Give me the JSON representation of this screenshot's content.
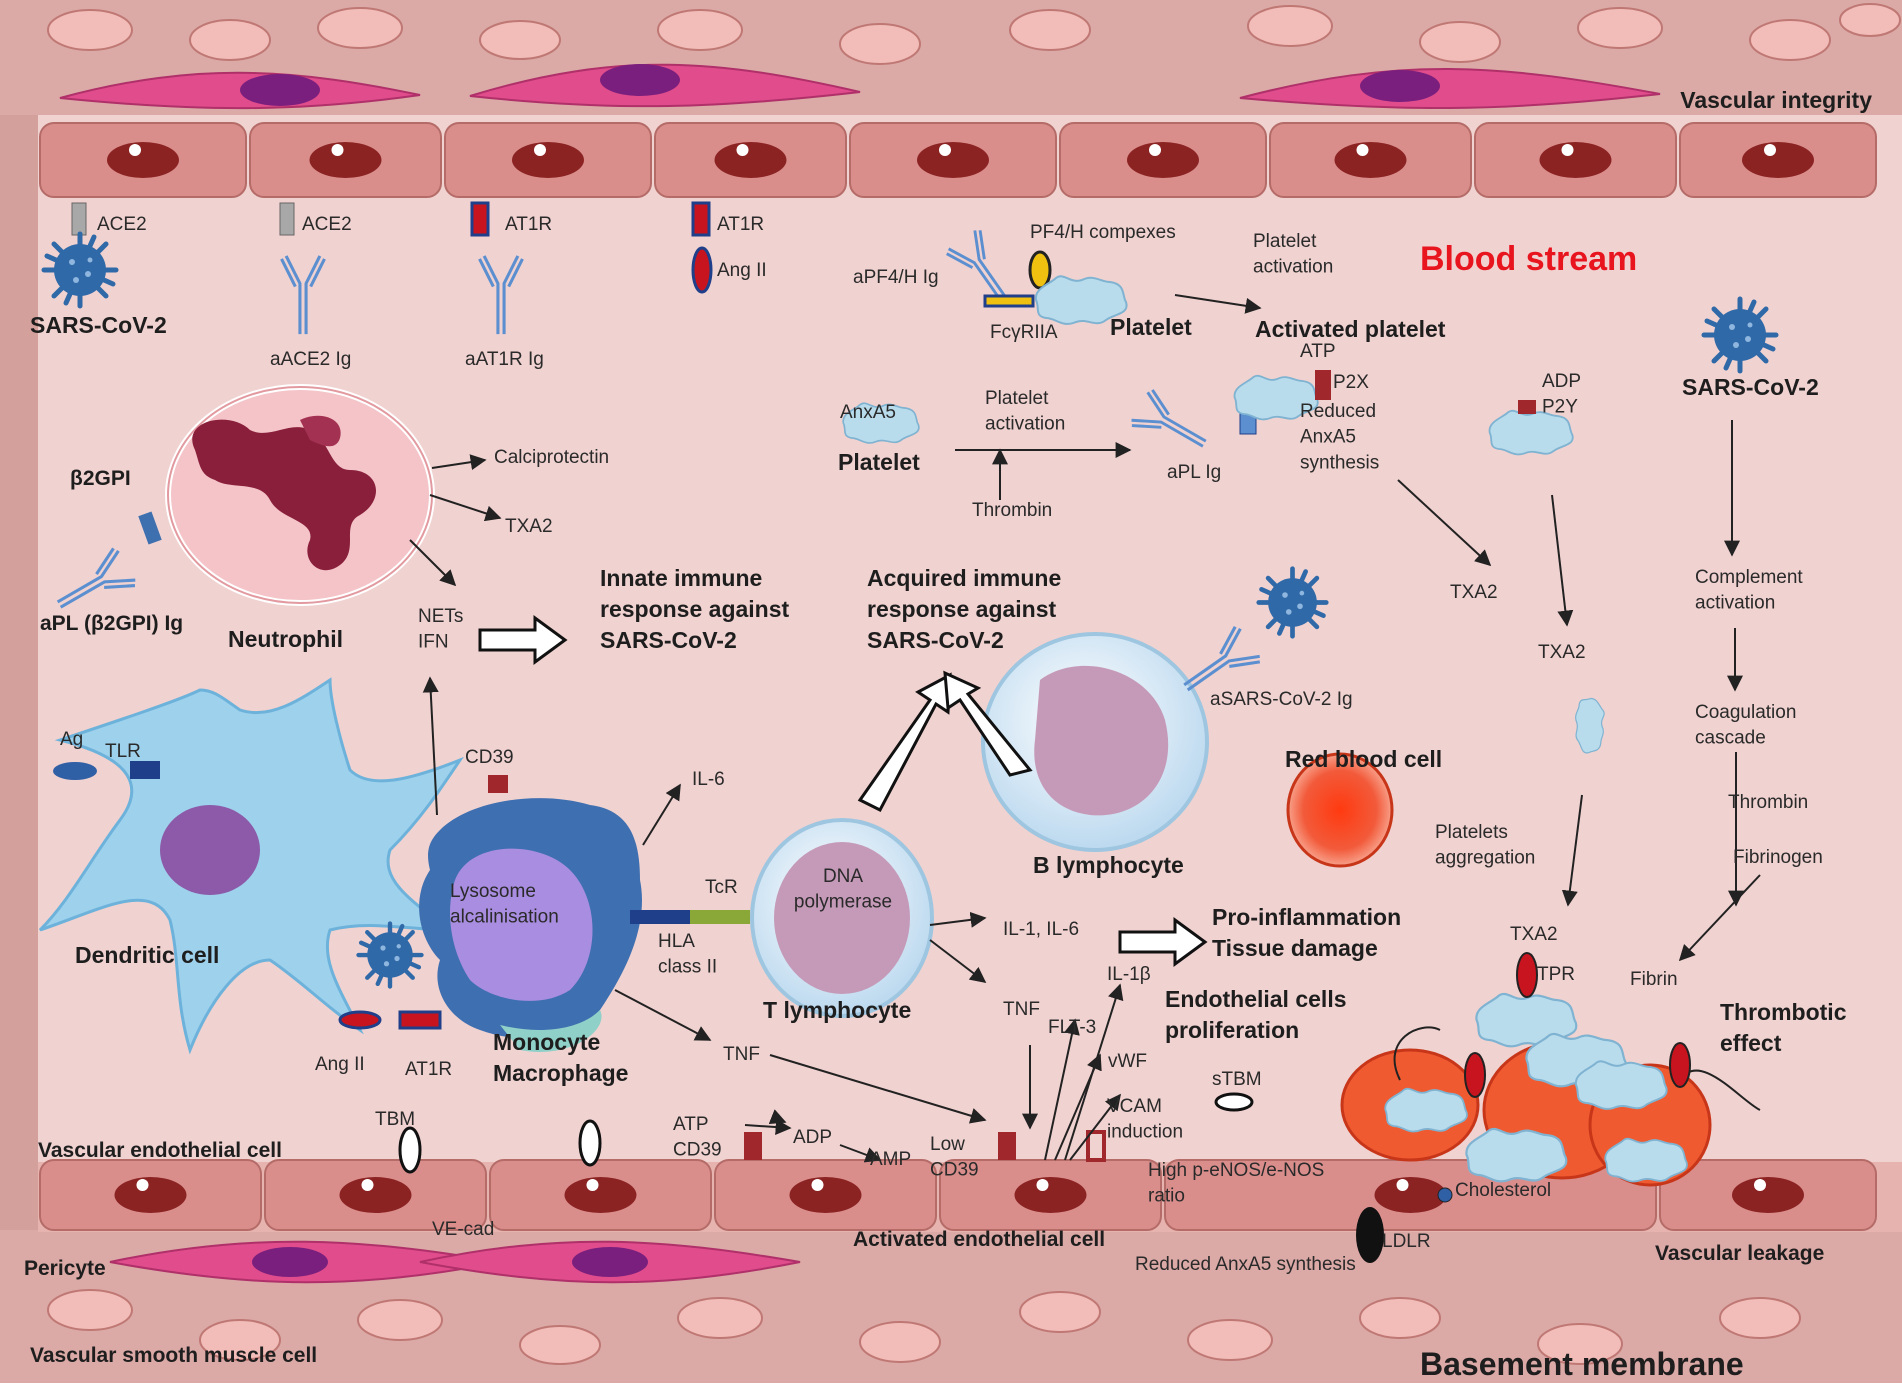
{
  "labels": {
    "vascular_integrity": "Vascular integrity",
    "blood_stream": "Blood stream",
    "ace2_1": "ACE2",
    "ace2_2": "ACE2",
    "at1r_1": "AT1R",
    "at1r_2": "AT1R",
    "ang2_top": "Ang II",
    "sars_left": "SARS-CoV-2",
    "aace2_ig": "aACE2 Ig",
    "aat1r_ig": "aAT1R Ig",
    "pf4h_complexes": "PF4/H compexes",
    "apf4h_ig": "aPF4/H Ig",
    "fcgriia": "FcγRIIA",
    "platelet_top": "Platelet",
    "platelet_activation_top": "Platelet\nactivation",
    "activated_platelet": "Activated platelet",
    "atp_top": "ATP",
    "p2x": "P2X",
    "reduced_anxa5": "Reduced\nAnxA5\nsynthesis",
    "adp_p2y": "ADP\nP2Y",
    "sars_right": "SARS-CoV-2",
    "anxa5": "AnxA5",
    "platelet_mid": "Platelet",
    "platelet_activation_mid": "Platelet\nactivation",
    "thrombin_mid": "Thrombin",
    "apl_ig": "aPL Ig",
    "calciprotectin": "Calciprotectin",
    "txa2_neut": "TXA2",
    "b2gpi": "β2GPI",
    "apl_b2gpi": "aPL (β2GPI) Ig",
    "neutrophil": "Neutrophil",
    "nets_ifn": "NETs\nIFN",
    "innate": "Innate  immune\nresponse against\nSARS-CoV-2",
    "acquired": "Acquired  immune\nresponse against\nSARS-CoV-2",
    "txa2_a": "TXA2",
    "txa2_b": "TXA2",
    "complement": "Complement\nactivation",
    "coagulation": "Coagulation\ncascade",
    "thrombin_right": "Thrombin",
    "fibrinogen": "Fibrinogen",
    "fibrin": "Fibrin",
    "ag": "Ag",
    "tlr": "TLR",
    "cd39_mono": "CD39",
    "il6_mono": "IL-6",
    "lysosome": "Lysosome\nalcalinisation",
    "tcr": "TcR",
    "hla": "HLA\nclass  II",
    "dna_pol": "DNA\npolymerase",
    "asars_ig": "aSARS-CoV-2 Ig",
    "red_blood_cell": "Red blood cell",
    "platelets_aggregation": "Platelets\naggregation",
    "b_lymphocyte": "B lymphocyte",
    "t_lymphocyte": "T lymphocyte",
    "dendritic": "Dendritic cell",
    "il1_il6": "IL-1, IL-6",
    "pro_inflammation": "Pro-inflammation\nTissue damage",
    "il1b": "IL-1β",
    "endo_prolif": "Endothelial cells\nproliferation",
    "txa2_c": "TXA2",
    "tpr": "TPR",
    "thrombotic": "Thrombotic\neffect",
    "tnf_mid": "TNF",
    "flt3": "FLT-3",
    "vwf": "vWF",
    "vcam": "VCAM\ninduction",
    "stbm": "sTBM",
    "ang2_bottom": "Ang II",
    "at1r_bottom": "AT1R",
    "monocyte": "Monocyte\nMacrophage",
    "tnf_bottom": "TNF",
    "tbm": "TBM",
    "vasc_endo": "Vascular endothelial cell",
    "atp_bottom": "ATP\nCD39",
    "adp_bottom": "ADP",
    "amp": "AMP",
    "low_cd39": "Low\nCD39",
    "high_penos": "High p-eNOS/e-NOS\nratio",
    "cholesterol": "Cholesterol",
    "ve_cad": "VE-cad",
    "pericyte": "Pericyte",
    "activated_endo": "Activated endothelial cell",
    "ldlr": "LDLR",
    "reduced_anxa5_bottom": "Reduced AnxA5 synthesis",
    "vascular_leakage": "Vascular leakage",
    "vsmc": "Vascular smooth muscle cell",
    "basement": "Basement membrane"
  },
  "colors": {
    "background": "#f0d2d0",
    "endothelium": "#d98e8c",
    "nucleus": "#8c2323",
    "pericyte": "#e04c8c",
    "antibody": "#5b8fd0",
    "platelet": "#b9dced",
    "virus": "#2f69a8",
    "blood_stream": "#e8141e"
  }
}
